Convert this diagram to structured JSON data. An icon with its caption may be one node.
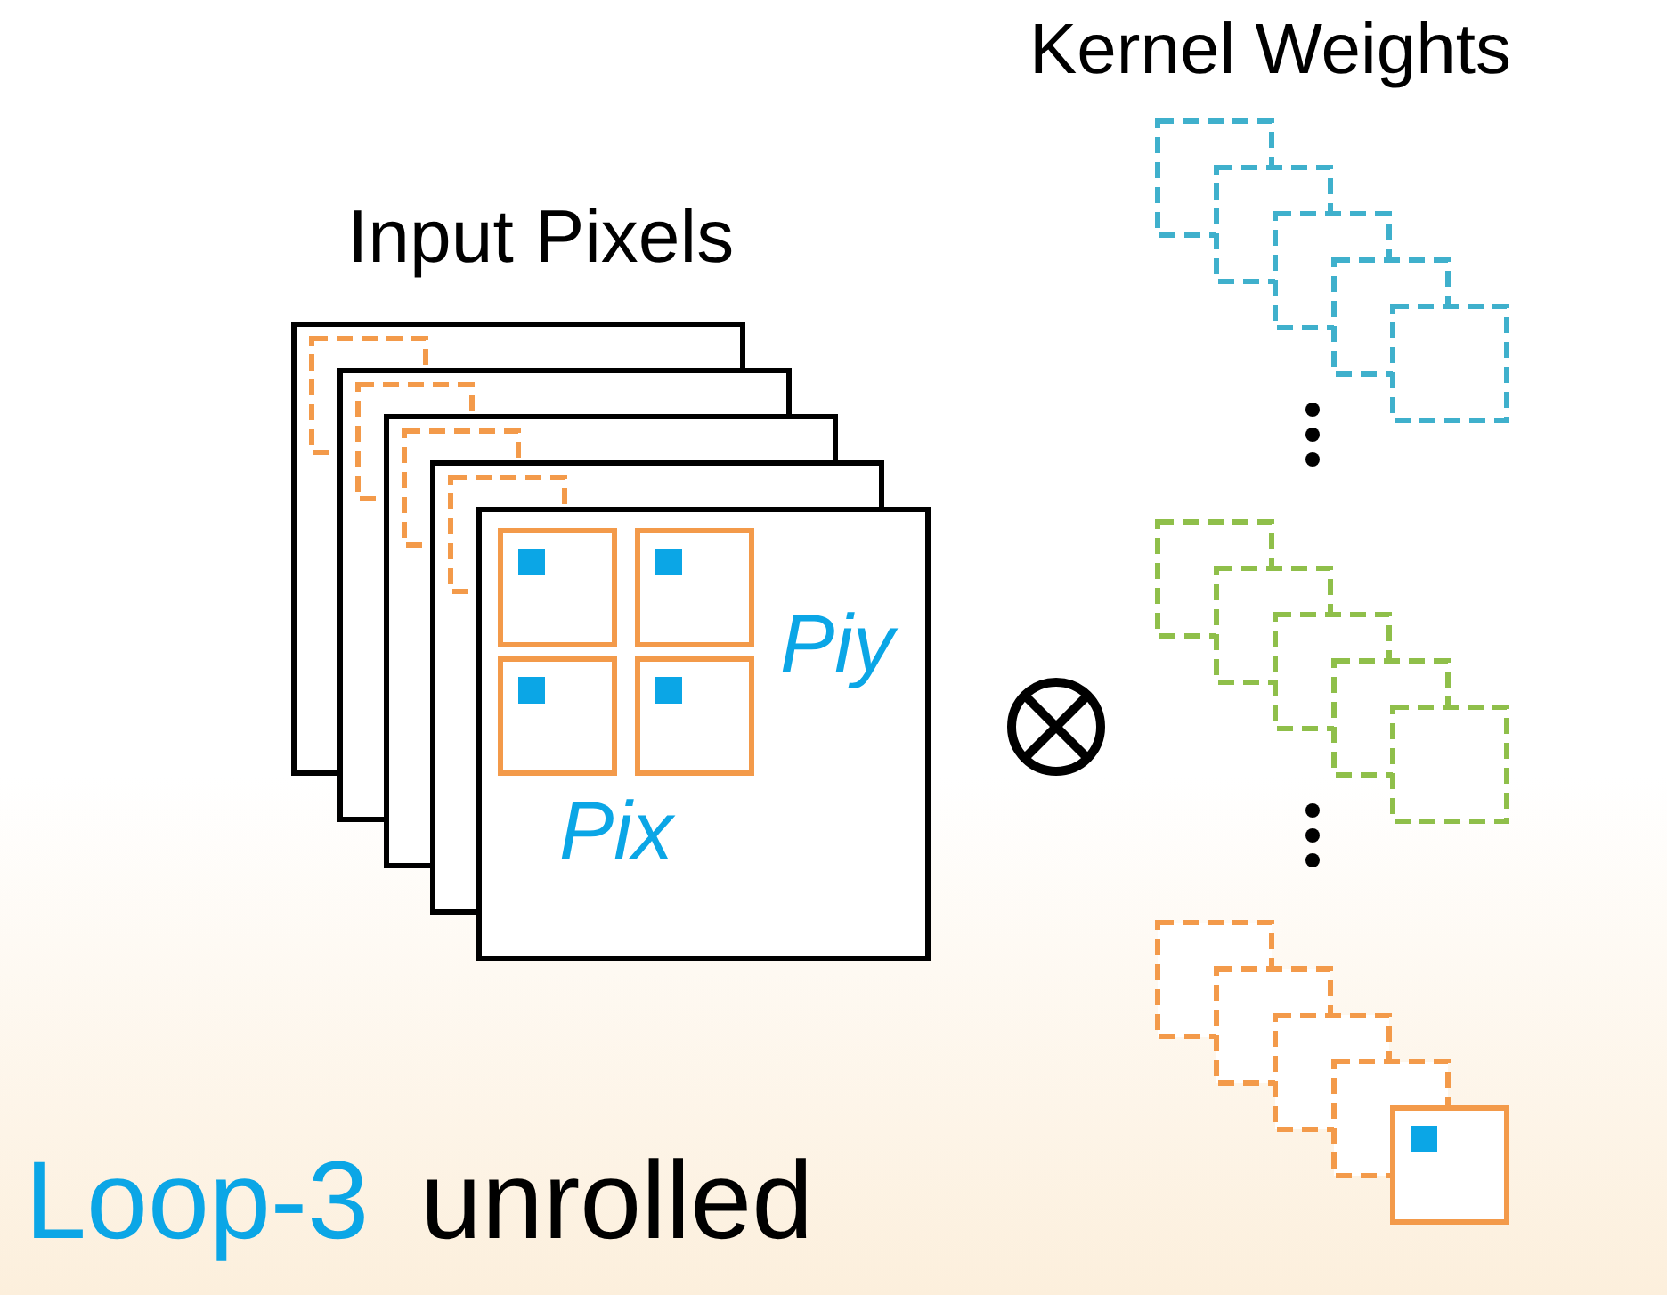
{
  "diagram": {
    "labels": [
      "Kernel Weights",
      "Input Pixels",
      "Piy",
      "Pix",
      "Loop-3",
      "unrolled"
    ]
  }
}
